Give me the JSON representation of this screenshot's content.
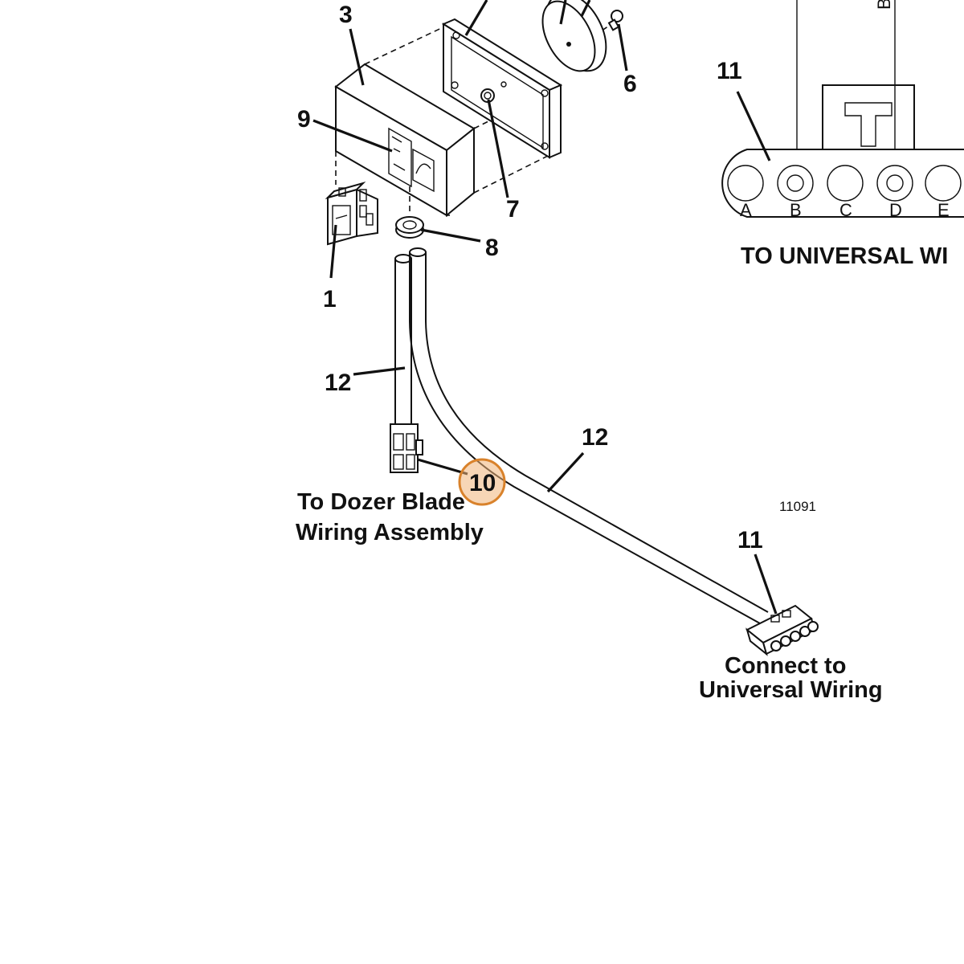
{
  "callouts": {
    "c3": "3",
    "c9": "9",
    "c1": "1",
    "c6": "6",
    "c7": "7",
    "c8": "8",
    "c11_top": "11",
    "c12_left": "12",
    "c12_right": "12",
    "c10": "10",
    "c11_bottom": "11"
  },
  "connector_pins": [
    "A",
    "B",
    "C",
    "D",
    "E"
  ],
  "clipped_vertical_label": "B",
  "labels": {
    "to_universal": "TO UNIVERSAL WI",
    "dozer_line1": "To Dozer Blade",
    "dozer_line2": "Wiring Assembly",
    "connect_line1": "Connect to",
    "connect_line2": "Universal Wiring",
    "figure_number": "11091"
  },
  "highlight": {
    "target": "10",
    "color": "#d9822b"
  }
}
